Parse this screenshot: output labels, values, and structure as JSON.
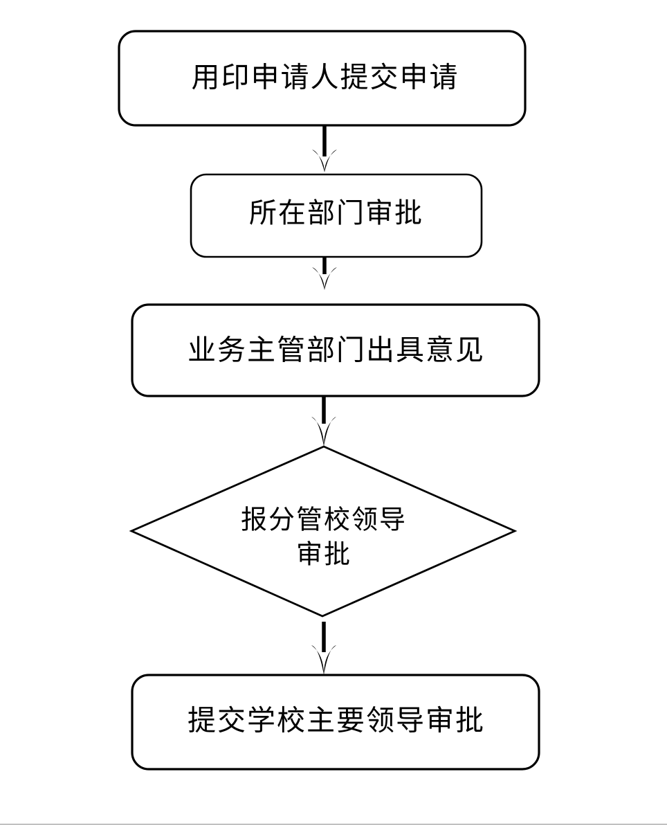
{
  "diagram": {
    "type": "flowchart",
    "orientation": "top-to-bottom",
    "background_color": "#ffffff",
    "stroke_color": "#000000",
    "nodes": [
      {
        "id": "node-1",
        "shape": "rounded-rectangle",
        "label": "用印申请人提交申请",
        "order": 1
      },
      {
        "id": "node-2",
        "shape": "rounded-rectangle",
        "label": "所在部门审批",
        "order": 2
      },
      {
        "id": "node-3",
        "shape": "rounded-rectangle",
        "label": "业务主管部门出具意见",
        "order": 3
      },
      {
        "id": "node-4",
        "shape": "diamond",
        "label_line1": "报分管校领导",
        "label_line2": "审批",
        "order": 4
      },
      {
        "id": "node-5",
        "shape": "rounded-rectangle",
        "label": "提交学校主要领导审批",
        "order": 5
      }
    ],
    "connectors": [
      {
        "id": "arrow-1",
        "from": "node-1",
        "to": "node-2",
        "direction": "down",
        "style": "solid-arrow"
      },
      {
        "id": "arrow-2",
        "from": "node-2",
        "to": "node-3",
        "direction": "down",
        "style": "solid-arrow"
      },
      {
        "id": "arrow-3",
        "from": "node-3",
        "to": "node-4",
        "direction": "down",
        "style": "solid-arrow"
      },
      {
        "id": "arrow-4",
        "from": "node-4",
        "to": "node-5",
        "direction": "down",
        "style": "solid-arrow"
      }
    ],
    "footer_rule": {
      "visible": true,
      "color": "#8a8a8a"
    }
  }
}
